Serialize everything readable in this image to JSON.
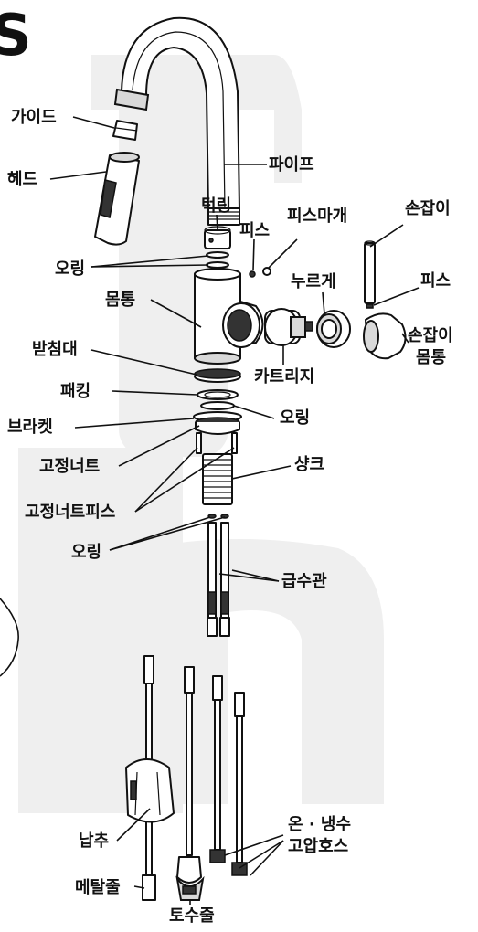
{
  "header": {
    "corner_letter": "S"
  },
  "labels": {
    "guide": "가이드",
    "head": "헤드",
    "pipe": "파이프",
    "tuck_ring": "턱링",
    "screw_top": "피스",
    "screw_cap": "피스마개",
    "handle": "손잡이",
    "oring_top": "오링",
    "pusher": "누르게",
    "screw_side": "피스",
    "body": "몸통",
    "handle_body_1": "손잡이",
    "handle_body_2": "몸통",
    "base": "받침대",
    "cartridge": "카트리지",
    "packing": "패킹",
    "oring_mid": "오링",
    "bracket": "브라켓",
    "fixing_nut": "고정너트",
    "shank": "샹크",
    "fixing_nut_screw": "고정너트피스",
    "oring_bottom": "오링",
    "supply_pipe": "급수관",
    "weight": "납추",
    "hot_cold_1": "온 · 냉수",
    "hot_cold_2": "고압호스",
    "metal_hose": "메탈줄",
    "outlet_hose": "토수줄"
  }
}
